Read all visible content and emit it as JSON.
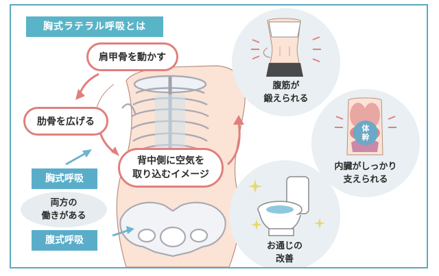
{
  "title": "胸式ラテラル呼吸とは",
  "labels": {
    "scapula": "肩甲骨を動かす",
    "ribs": "肋骨を広げる",
    "back": [
      "背中側に空気を",
      "取り込むイメージ"
    ],
    "chest": "胸式呼吸",
    "both": [
      "両方の",
      "働きがある"
    ],
    "abdominal": "腹式呼吸"
  },
  "benefits": {
    "abs": [
      "腹筋が",
      "鍛えられる"
    ],
    "organs": [
      "内臓がしっかり",
      "支えられる"
    ],
    "organs_badge": [
      "体",
      "幹"
    ],
    "bowel": [
      "お通じの",
      "改善"
    ]
  },
  "colors": {
    "frame": "#5aa8bd",
    "accent_red": "#e07f7b",
    "tag_blue": "#59adc9",
    "circle_bg": "#e9eff2",
    "arrow_blue": "#6fb3cf"
  },
  "icons": [
    "torso-illustration",
    "rib-cage-illustration",
    "pelvis-illustration",
    "woman-abs-illustration",
    "internal-organs-illustration",
    "toilet-illustration",
    "sparkle-icon"
  ]
}
